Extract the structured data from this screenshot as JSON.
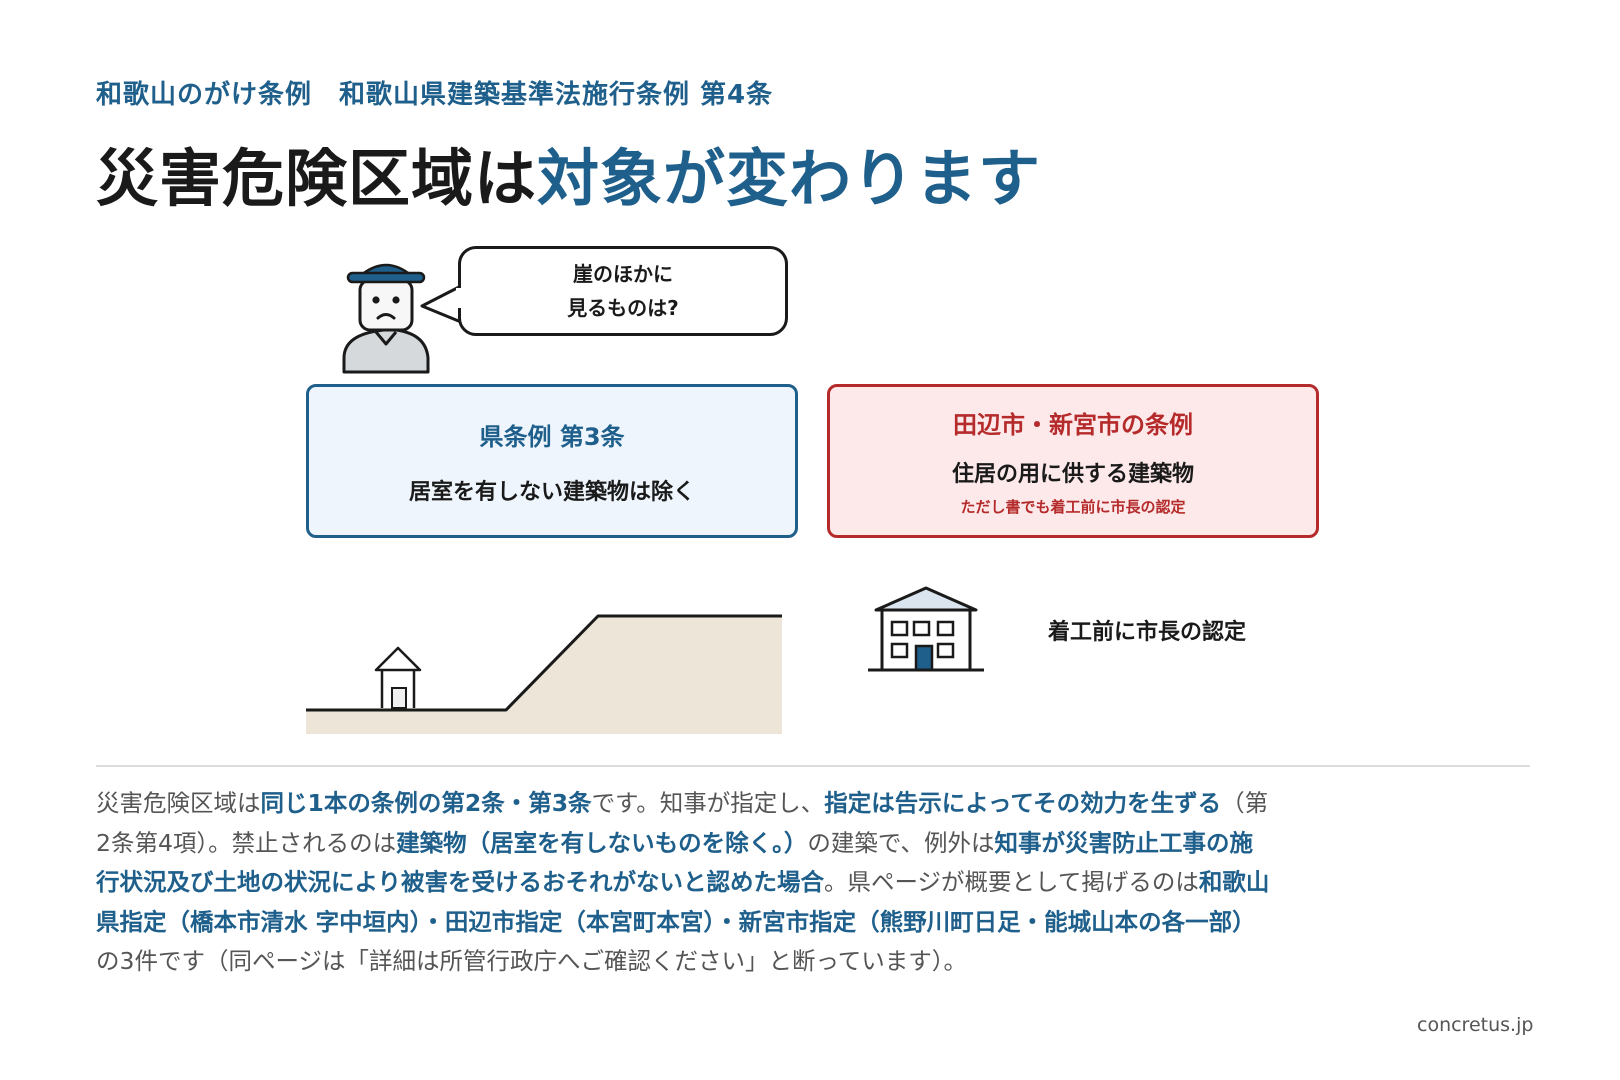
{
  "header": {
    "subtitle": "和歌山のがけ条例　和歌山県建築基準法施行条例 第4条",
    "title_plain": "災害危険区域は",
    "title_accent": "対象が変わります"
  },
  "bubble": {
    "line1": "崖のほかに",
    "line2": "見るものは?"
  },
  "boxes": {
    "prefecture": {
      "title": "県条例 第3条",
      "body": "居室を有しない建築物は除く"
    },
    "city": {
      "title": "田辺市・新宮市の条例",
      "body": "住居の用に供する建築物",
      "note": "ただし書でも着工前に市長の認定"
    }
  },
  "permit_label": "着工前に市長の認定",
  "paragraph": {
    "s1": "災害危険区域は",
    "s2": "同じ1本の条例の第2条・第3条",
    "s3": "です。知事が指定し、",
    "s4": "指定は告示によってその効力を生ずる",
    "s5": "（第2条第4項）。禁止されるのは",
    "s6": "建築物（居室を有しないものを除く。）",
    "s7": "の建築で、例外は",
    "s8": "知事が災害防止工事の施行状況及び土地の状況により被害を受けるおそれがないと認めた場合",
    "s9": "。県ページが概要として掲げるのは",
    "s10": "和歌山県指定（橋本市清水 字中垣内）・田辺市指定（本宮町本宮）・新宮市指定（熊野川町日足・能城山本の各一部）",
    "s11": "の3件です（同ページは「詳細は所管行政庁へご確認ください」と断っています）。"
  },
  "footer": "concretus.jp",
  "colors": {
    "accent_blue": "#1f5f8b",
    "accent_red": "#b52b2b",
    "box_blue_bg": "#eef5fd",
    "box_red_bg": "#fde9ea",
    "ground": "#ece5d8"
  }
}
